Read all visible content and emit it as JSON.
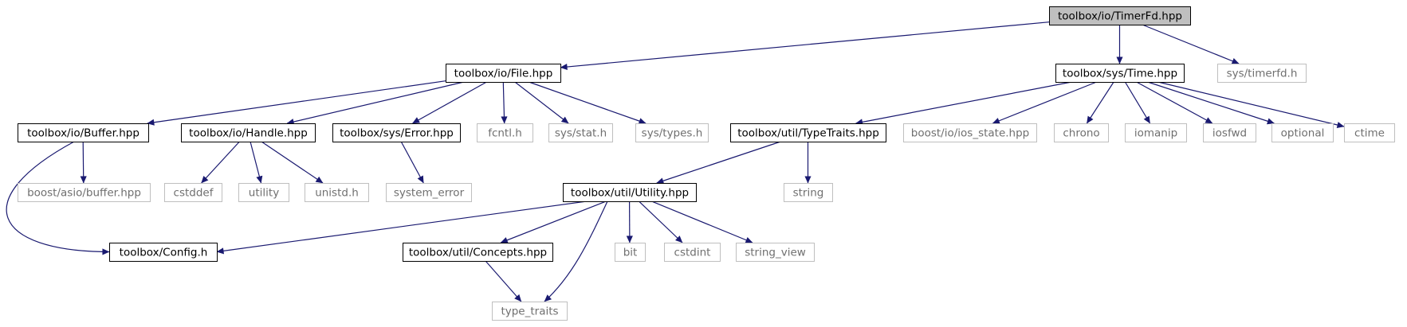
{
  "colors": {
    "edge": "#191970",
    "node_border": "#000000",
    "external_border": "#bfbfbf",
    "root_fill": "#bfbfbf",
    "node_fill": "#ffffff"
  },
  "nodes": [
    {
      "id": "timerfd_hpp",
      "label": "toolbox/io/TimerFd.hpp",
      "kind": "root"
    },
    {
      "id": "file_hpp",
      "label": "toolbox/io/File.hpp",
      "kind": "internal"
    },
    {
      "id": "time_hpp",
      "label": "toolbox/sys/Time.hpp",
      "kind": "internal"
    },
    {
      "id": "sys_timerfd_h",
      "label": "sys/timerfd.h",
      "kind": "external"
    },
    {
      "id": "buffer_hpp",
      "label": "toolbox/io/Buffer.hpp",
      "kind": "internal"
    },
    {
      "id": "handle_hpp",
      "label": "toolbox/io/Handle.hpp",
      "kind": "internal"
    },
    {
      "id": "error_hpp",
      "label": "toolbox/sys/Error.hpp",
      "kind": "internal"
    },
    {
      "id": "fcntl_h",
      "label": "fcntl.h",
      "kind": "external"
    },
    {
      "id": "sys_stat_h",
      "label": "sys/stat.h",
      "kind": "external"
    },
    {
      "id": "sys_types_h",
      "label": "sys/types.h",
      "kind": "external"
    },
    {
      "id": "typetraits_hpp",
      "label": "toolbox/util/TypeTraits.hpp",
      "kind": "internal"
    },
    {
      "id": "ios_state_hpp",
      "label": "boost/io/ios_state.hpp",
      "kind": "external"
    },
    {
      "id": "chrono",
      "label": "chrono",
      "kind": "external"
    },
    {
      "id": "iomanip",
      "label": "iomanip",
      "kind": "external"
    },
    {
      "id": "iosfwd",
      "label": "iosfwd",
      "kind": "external"
    },
    {
      "id": "optional",
      "label": "optional",
      "kind": "external"
    },
    {
      "id": "ctime",
      "label": "ctime",
      "kind": "external"
    },
    {
      "id": "asio_buffer_hpp",
      "label": "boost/asio/buffer.hpp",
      "kind": "external"
    },
    {
      "id": "cstddef",
      "label": "cstddef",
      "kind": "external"
    },
    {
      "id": "utility",
      "label": "utility",
      "kind": "external"
    },
    {
      "id": "unistd_h",
      "label": "unistd.h",
      "kind": "external"
    },
    {
      "id": "system_error",
      "label": "system_error",
      "kind": "external"
    },
    {
      "id": "utility_hpp",
      "label": "toolbox/util/Utility.hpp",
      "kind": "internal"
    },
    {
      "id": "string",
      "label": "string",
      "kind": "external"
    },
    {
      "id": "config_h",
      "label": "toolbox/Config.h",
      "kind": "internal"
    },
    {
      "id": "concepts_hpp",
      "label": "toolbox/util/Concepts.hpp",
      "kind": "internal"
    },
    {
      "id": "bit",
      "label": "bit",
      "kind": "external"
    },
    {
      "id": "cstdint",
      "label": "cstdint",
      "kind": "external"
    },
    {
      "id": "string_view",
      "label": "string_view",
      "kind": "external"
    },
    {
      "id": "type_traits",
      "label": "type_traits",
      "kind": "external"
    }
  ],
  "edges": [
    {
      "from": "timerfd_hpp",
      "to": "file_hpp"
    },
    {
      "from": "timerfd_hpp",
      "to": "time_hpp"
    },
    {
      "from": "timerfd_hpp",
      "to": "sys_timerfd_h"
    },
    {
      "from": "file_hpp",
      "to": "buffer_hpp"
    },
    {
      "from": "file_hpp",
      "to": "handle_hpp"
    },
    {
      "from": "file_hpp",
      "to": "error_hpp"
    },
    {
      "from": "file_hpp",
      "to": "fcntl_h"
    },
    {
      "from": "file_hpp",
      "to": "sys_stat_h"
    },
    {
      "from": "file_hpp",
      "to": "sys_types_h"
    },
    {
      "from": "time_hpp",
      "to": "typetraits_hpp"
    },
    {
      "from": "time_hpp",
      "to": "ios_state_hpp"
    },
    {
      "from": "time_hpp",
      "to": "chrono"
    },
    {
      "from": "time_hpp",
      "to": "iomanip"
    },
    {
      "from": "time_hpp",
      "to": "iosfwd"
    },
    {
      "from": "time_hpp",
      "to": "optional"
    },
    {
      "from": "time_hpp",
      "to": "ctime"
    },
    {
      "from": "buffer_hpp",
      "to": "asio_buffer_hpp"
    },
    {
      "from": "buffer_hpp",
      "to": "config_h"
    },
    {
      "from": "handle_hpp",
      "to": "cstddef"
    },
    {
      "from": "handle_hpp",
      "to": "utility"
    },
    {
      "from": "handle_hpp",
      "to": "unistd_h"
    },
    {
      "from": "error_hpp",
      "to": "system_error"
    },
    {
      "from": "typetraits_hpp",
      "to": "utility_hpp"
    },
    {
      "from": "typetraits_hpp",
      "to": "string"
    },
    {
      "from": "utility_hpp",
      "to": "config_h"
    },
    {
      "from": "utility_hpp",
      "to": "concepts_hpp"
    },
    {
      "from": "utility_hpp",
      "to": "type_traits"
    },
    {
      "from": "utility_hpp",
      "to": "bit"
    },
    {
      "from": "utility_hpp",
      "to": "cstdint"
    },
    {
      "from": "utility_hpp",
      "to": "string_view"
    },
    {
      "from": "concepts_hpp",
      "to": "type_traits"
    }
  ]
}
